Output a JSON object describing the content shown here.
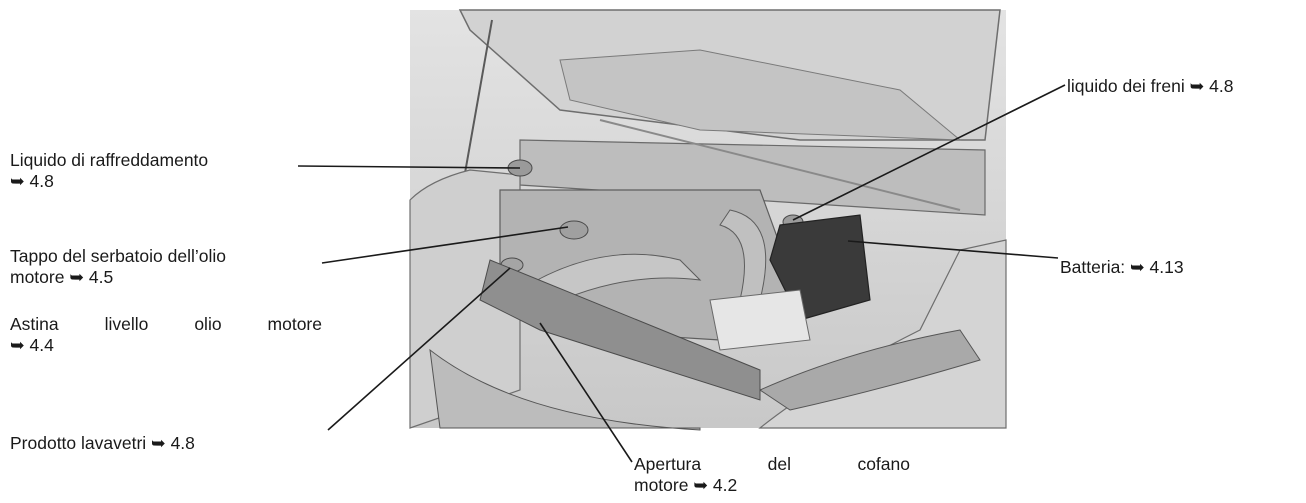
{
  "callouts": {
    "coolant": {
      "line1": "Liquido di raffreddamento",
      "line2": "➥ 4.8"
    },
    "oil_cap": {
      "line1": "Tappo del serbatoio dell’olio",
      "line2": "motore ➥ 4.5"
    },
    "dipstick": {
      "line1": "Astina livello olio motore",
      "line2": "➥ 4.4"
    },
    "washer": {
      "text": "Prodotto lavavetri ➥ 4.8"
    },
    "hood_release": {
      "line1": "Apertura del cofano",
      "line2": "motore ➥ 4.2"
    },
    "brake_fluid": {
      "text": "liquido dei freni ➥ 4.8"
    },
    "battery": {
      "text": "Batteria: ➥ 4.13"
    }
  }
}
